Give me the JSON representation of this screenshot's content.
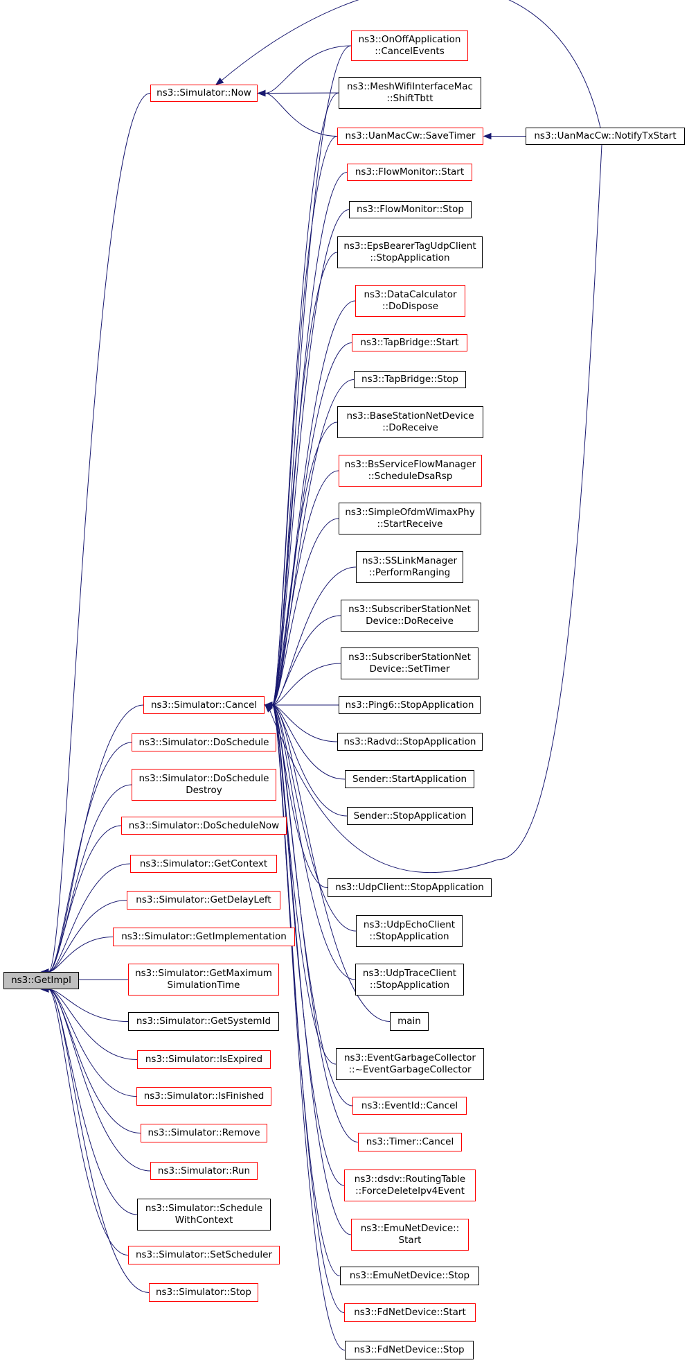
{
  "graph": {
    "colors": {
      "edge": "#191970",
      "doc_border": "#ff0000",
      "nodoc_border": "#000000",
      "root_fill": "#bfbfbf"
    },
    "nodes": {
      "getimpl": {
        "lines": [
          "ns3::GetImpl"
        ],
        "style": "root"
      },
      "sim_now": {
        "lines": [
          "ns3::Simulator::Now"
        ],
        "style": "red"
      },
      "onoff_cancel": {
        "lines": [
          "ns3::OnOffApplication",
          "::CancelEvents"
        ],
        "style": "red"
      },
      "mesh_shift": {
        "lines": [
          "ns3::MeshWifiInterfaceMac",
          "::ShiftTbtt"
        ],
        "style": "black"
      },
      "uan_savetimer": {
        "lines": [
          "ns3::UanMacCw::SaveTimer"
        ],
        "style": "red"
      },
      "uan_notify": {
        "lines": [
          "ns3::UanMacCw::NotifyTxStart"
        ],
        "style": "black"
      },
      "flow_start": {
        "lines": [
          "ns3::FlowMonitor::Start"
        ],
        "style": "red"
      },
      "flow_stop": {
        "lines": [
          "ns3::FlowMonitor::Stop"
        ],
        "style": "black"
      },
      "eps_stop": {
        "lines": [
          "ns3::EpsBearerTagUdpClient",
          "::StopApplication"
        ],
        "style": "black"
      },
      "datacalc": {
        "lines": [
          "ns3::DataCalculator",
          "::DoDispose"
        ],
        "style": "red"
      },
      "tap_start": {
        "lines": [
          "ns3::TapBridge::Start"
        ],
        "style": "red"
      },
      "tap_stop": {
        "lines": [
          "ns3::TapBridge::Stop"
        ],
        "style": "black"
      },
      "bs_receive": {
        "lines": [
          "ns3::BaseStationNetDevice",
          "::DoReceive"
        ],
        "style": "black"
      },
      "bs_sfm": {
        "lines": [
          "ns3::BsServiceFlowManager",
          "::ScheduleDsaRsp"
        ],
        "style": "red"
      },
      "ofdm": {
        "lines": [
          "ns3::SimpleOfdmWimaxPhy",
          "::StartReceive"
        ],
        "style": "black"
      },
      "sslink": {
        "lines": [
          "ns3::SSLinkManager",
          "::PerformRanging"
        ],
        "style": "black"
      },
      "ss_receive": {
        "lines": [
          "ns3::SubscriberStationNet",
          "Device::DoReceive"
        ],
        "style": "black"
      },
      "ss_timer": {
        "lines": [
          "ns3::SubscriberStationNet",
          "Device::SetTimer"
        ],
        "style": "black"
      },
      "sim_cancel": {
        "lines": [
          "ns3::Simulator::Cancel"
        ],
        "style": "red"
      },
      "ping6": {
        "lines": [
          "ns3::Ping6::StopApplication"
        ],
        "style": "black"
      },
      "radvd": {
        "lines": [
          "ns3::Radvd::StopApplication"
        ],
        "style": "black"
      },
      "sender_start": {
        "lines": [
          "Sender::StartApplication"
        ],
        "style": "black"
      },
      "sender_stop": {
        "lines": [
          "Sender::StopApplication"
        ],
        "style": "black"
      },
      "sim_dosched": {
        "lines": [
          "ns3::Simulator::DoSchedule"
        ],
        "style": "red"
      },
      "sim_doschedd": {
        "lines": [
          "ns3::Simulator::DoSchedule",
          "Destroy"
        ],
        "style": "red"
      },
      "sim_doschednow": {
        "lines": [
          "ns3::Simulator::DoScheduleNow"
        ],
        "style": "red"
      },
      "sim_getctx": {
        "lines": [
          "ns3::Simulator::GetContext"
        ],
        "style": "red"
      },
      "udpclient": {
        "lines": [
          "ns3::UdpClient::StopApplication"
        ],
        "style": "black"
      },
      "sim_delay": {
        "lines": [
          "ns3::Simulator::GetDelayLeft"
        ],
        "style": "red"
      },
      "udpecho": {
        "lines": [
          "ns3::UdpEchoClient",
          "::StopApplication"
        ],
        "style": "black"
      },
      "sim_impl": {
        "lines": [
          "ns3::Simulator::GetImplementation"
        ],
        "style": "red"
      },
      "sim_maxtime": {
        "lines": [
          "ns3::Simulator::GetMaximum",
          "SimulationTime"
        ],
        "style": "red"
      },
      "udptrace": {
        "lines": [
          "ns3::UdpTraceClient",
          "::StopApplication"
        ],
        "style": "black"
      },
      "sim_sysid": {
        "lines": [
          "ns3::Simulator::GetSystemId"
        ],
        "style": "black"
      },
      "main": {
        "lines": [
          "main"
        ],
        "style": "black"
      },
      "egc": {
        "lines": [
          "ns3::EventGarbageCollector",
          "::~EventGarbageCollector"
        ],
        "style": "black"
      },
      "sim_expired": {
        "lines": [
          "ns3::Simulator::IsExpired"
        ],
        "style": "red"
      },
      "sim_finished": {
        "lines": [
          "ns3::Simulator::IsFinished"
        ],
        "style": "red"
      },
      "eventid_cancel": {
        "lines": [
          "ns3::EventId::Cancel"
        ],
        "style": "red"
      },
      "timer_cancel": {
        "lines": [
          "ns3::Timer::Cancel"
        ],
        "style": "red"
      },
      "sim_remove": {
        "lines": [
          "ns3::Simulator::Remove"
        ],
        "style": "red"
      },
      "dsdv": {
        "lines": [
          "ns3::dsdv::RoutingTable",
          "::ForceDeleteIpv4Event"
        ],
        "style": "red"
      },
      "sim_run": {
        "lines": [
          "ns3::Simulator::Run"
        ],
        "style": "red"
      },
      "sim_swc": {
        "lines": [
          "ns3::Simulator::Schedule",
          "WithContext"
        ],
        "style": "black"
      },
      "emu_start": {
        "lines": [
          "ns3::EmuNetDevice::",
          "Start"
        ],
        "style": "red"
      },
      "sim_setsched": {
        "lines": [
          "ns3::Simulator::SetScheduler"
        ],
        "style": "red"
      },
      "emu_stop": {
        "lines": [
          "ns3::EmuNetDevice::Stop"
        ],
        "style": "black"
      },
      "sim_stop": {
        "lines": [
          "ns3::Simulator::Stop"
        ],
        "style": "red"
      },
      "fd_start": {
        "lines": [
          "ns3::FdNetDevice::Start"
        ],
        "style": "red"
      },
      "fd_stop": {
        "lines": [
          "ns3::FdNetDevice::Stop"
        ],
        "style": "black"
      }
    },
    "edges": [
      [
        "sim_now",
        "getimpl"
      ],
      [
        "sim_cancel",
        "getimpl"
      ],
      [
        "sim_dosched",
        "getimpl"
      ],
      [
        "sim_doschedd",
        "getimpl"
      ],
      [
        "sim_doschednow",
        "getimpl"
      ],
      [
        "sim_getctx",
        "getimpl"
      ],
      [
        "sim_delay",
        "getimpl"
      ],
      [
        "sim_impl",
        "getimpl"
      ],
      [
        "sim_maxtime",
        "getimpl"
      ],
      [
        "sim_sysid",
        "getimpl"
      ],
      [
        "sim_expired",
        "getimpl"
      ],
      [
        "sim_finished",
        "getimpl"
      ],
      [
        "sim_remove",
        "getimpl"
      ],
      [
        "sim_run",
        "getimpl"
      ],
      [
        "sim_swc",
        "getimpl"
      ],
      [
        "sim_setsched",
        "getimpl"
      ],
      [
        "sim_stop",
        "getimpl"
      ],
      [
        "onoff_cancel",
        "sim_now"
      ],
      [
        "mesh_shift",
        "sim_now"
      ],
      [
        "uan_savetimer",
        "sim_now"
      ],
      [
        "uan_notify",
        "sim_now"
      ],
      [
        "uan_notify",
        "uan_savetimer"
      ],
      [
        "onoff_cancel",
        "sim_cancel"
      ],
      [
        "mesh_shift",
        "sim_cancel"
      ],
      [
        "uan_savetimer",
        "sim_cancel"
      ],
      [
        "flow_start",
        "sim_cancel"
      ],
      [
        "flow_stop",
        "sim_cancel"
      ],
      [
        "eps_stop",
        "sim_cancel"
      ],
      [
        "datacalc",
        "sim_cancel"
      ],
      [
        "tap_start",
        "sim_cancel"
      ],
      [
        "tap_stop",
        "sim_cancel"
      ],
      [
        "bs_receive",
        "sim_cancel"
      ],
      [
        "bs_sfm",
        "sim_cancel"
      ],
      [
        "ofdm",
        "sim_cancel"
      ],
      [
        "sslink",
        "sim_cancel"
      ],
      [
        "ss_receive",
        "sim_cancel"
      ],
      [
        "ss_timer",
        "sim_cancel"
      ],
      [
        "ping6",
        "sim_cancel"
      ],
      [
        "radvd",
        "sim_cancel"
      ],
      [
        "sender_start",
        "sim_cancel"
      ],
      [
        "sender_stop",
        "sim_cancel"
      ],
      [
        "uan_notify",
        "sim_cancel"
      ],
      [
        "udpclient",
        "sim_cancel"
      ],
      [
        "udpecho",
        "sim_cancel"
      ],
      [
        "udptrace",
        "sim_cancel"
      ],
      [
        "main",
        "sim_cancel"
      ],
      [
        "egc",
        "sim_cancel"
      ],
      [
        "eventid_cancel",
        "sim_cancel"
      ],
      [
        "timer_cancel",
        "sim_cancel"
      ],
      [
        "dsdv",
        "sim_cancel"
      ],
      [
        "emu_start",
        "sim_cancel"
      ],
      [
        "emu_stop",
        "sim_cancel"
      ],
      [
        "fd_start",
        "sim_cancel"
      ],
      [
        "fd_stop",
        "sim_cancel"
      ]
    ]
  }
}
